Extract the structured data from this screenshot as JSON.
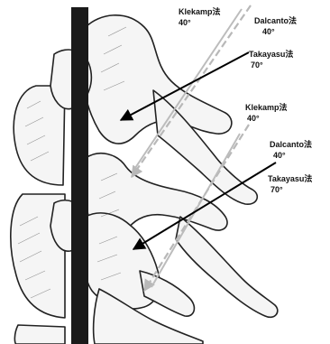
{
  "labels": {
    "upper_klekamp": "Klekamp法",
    "upper_klekamp_angle": "40°",
    "upper_dalcanto": "Dalcanto法",
    "upper_dalcanto_angle": "40°",
    "upper_takayasu": "Takayasu法",
    "upper_takayasu_angle": "70°",
    "lower_klekamp": "Klekamp法",
    "lower_klekamp_angle": "40°",
    "lower_dalcanto": "Dalcanto法",
    "lower_dalcanto_angle": "40°",
    "lower_takayasu": "Takayasu法",
    "lower_takayasu_angle": "70°"
  },
  "colors": {
    "spinal_bar": "#1a1a1a",
    "bone_outline": "#222222",
    "bone_fill": "#f5f5f5",
    "klekamp_line": "#b8b8b8",
    "dalcanto_line": "#bcbcbc",
    "takayasu_arrow": "#000000"
  }
}
